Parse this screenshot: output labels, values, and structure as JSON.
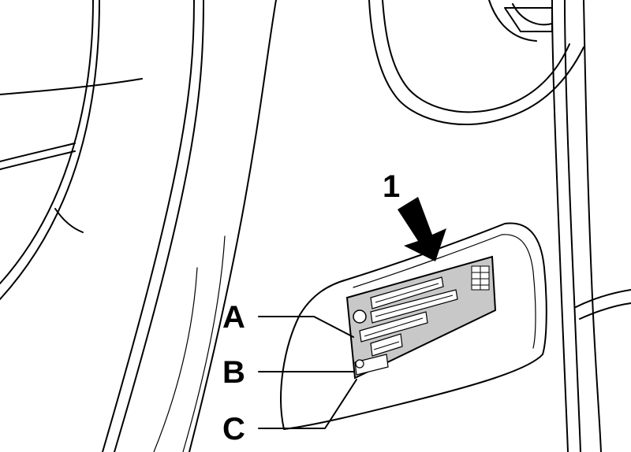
{
  "callouts": {
    "arrow_number": "1",
    "a": "A",
    "b": "B",
    "c": "C"
  },
  "colors": {
    "line": "#000000",
    "label_plate": "#c8c8c8",
    "background": "#ffffff"
  }
}
